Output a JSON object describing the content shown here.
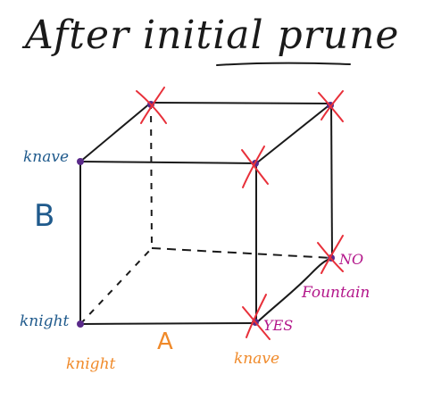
{
  "title": "After initial prune",
  "axis_labels": {
    "a": "A",
    "b": "B"
  },
  "b_axis_values": {
    "top": "knave",
    "bottom": "knight"
  },
  "a_axis_values": {
    "left": "knight",
    "right": "knave"
  },
  "fountain_axis": {
    "label": "Fountain",
    "yes": "YES",
    "no": "NO"
  },
  "colors": {
    "ink": "#1a1a1a",
    "b_axis": "#1f5a8c",
    "a_axis": "#f08a2a",
    "fountain_axis": "#b3168a",
    "prune_mark": "#e8303a",
    "vertex": "#5a2a8a"
  }
}
